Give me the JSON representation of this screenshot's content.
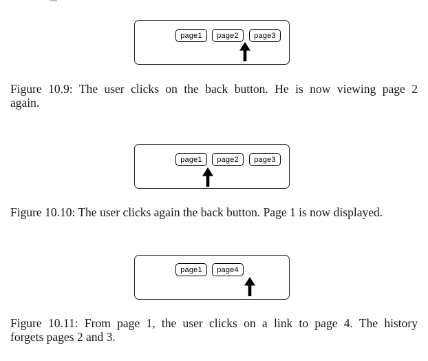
{
  "document": {
    "colors": {
      "background": "#ffffff",
      "line": "#222222",
      "text": "#151515"
    },
    "icons": {
      "history_position_arrow": "up-arrow"
    }
  },
  "figures": [
    {
      "id": "figure-10-9",
      "history_buttons": [
        "page1",
        "page2",
        "page3"
      ],
      "arrow_after_button": "page2",
      "caption_lines": [
        "Figure 10.9: The user clicks on the back button. He is now viewing page 2",
        "again."
      ]
    },
    {
      "id": "figure-10-10",
      "history_buttons": [
        "page1",
        "page2",
        "page3"
      ],
      "arrow_after_button": "page1",
      "caption_lines": [
        "Figure 10.10: The user clicks again the back button. Page 1 is now displayed."
      ]
    },
    {
      "id": "figure-10-11",
      "history_buttons": [
        "page1",
        "page4"
      ],
      "arrow_after_button": "page4",
      "caption_lines": [
        "Figure 10.11: From page 1, the user clicks on a link to page 4. The history",
        "forgets pages 2 and 3."
      ]
    }
  ]
}
